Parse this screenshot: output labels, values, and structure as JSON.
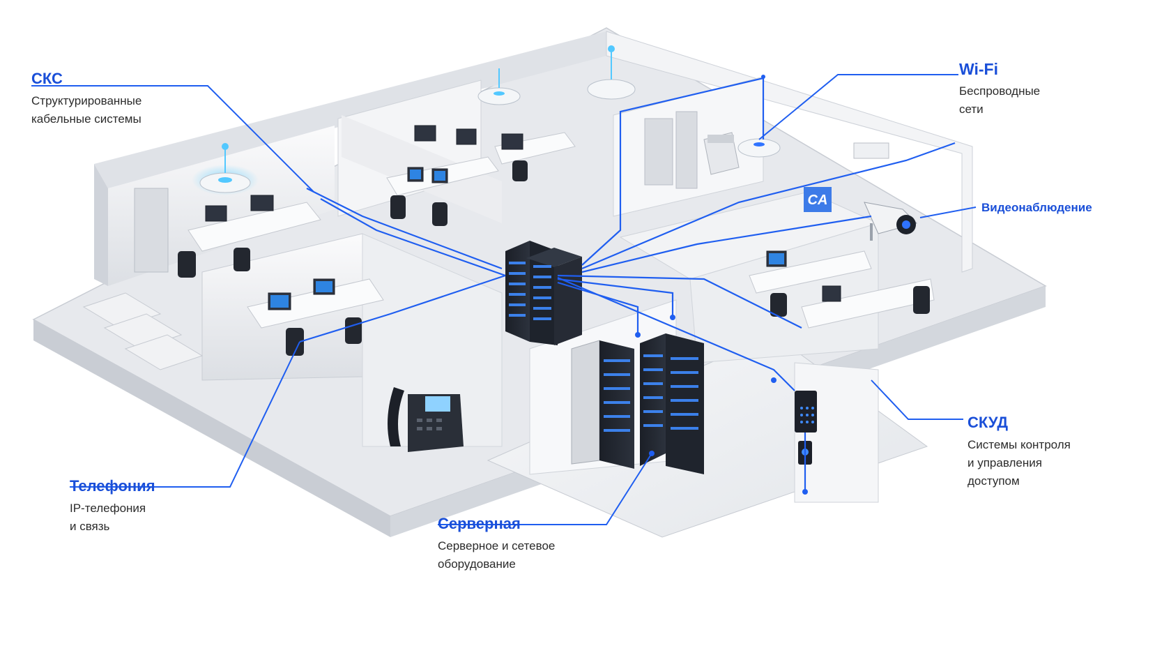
{
  "accent_color": "#1a4fd8",
  "cable_color": "#1f5ef0",
  "labels": {
    "sks": {
      "title": "СКС",
      "desc": [
        "Структурированные",
        "кабельные системы"
      ]
    },
    "wifi": {
      "title": "Wi-Fi",
      "desc": [
        "Беспроводные",
        "сети"
      ]
    },
    "video": {
      "title": "Видеонаблюдение"
    },
    "skud": {
      "title": "СКУД",
      "desc": [
        "Системы контроля",
        "и управления",
        "доступом"
      ]
    },
    "telephony": {
      "title": "Телефония",
      "desc": [
        "IP-телефония",
        "и связь"
      ]
    },
    "server": {
      "title": "Серверная",
      "desc": [
        "Серверное и сетевое",
        "оборудование"
      ]
    }
  },
  "signage": {
    "room_sign": "CA"
  },
  "icons": [
    "wifi-access-point-icon",
    "cctv-camera-icon",
    "server-rack-icon",
    "ip-phone-icon",
    "access-control-panel-icon",
    "desk-monitor-icon",
    "printer-icon"
  ]
}
